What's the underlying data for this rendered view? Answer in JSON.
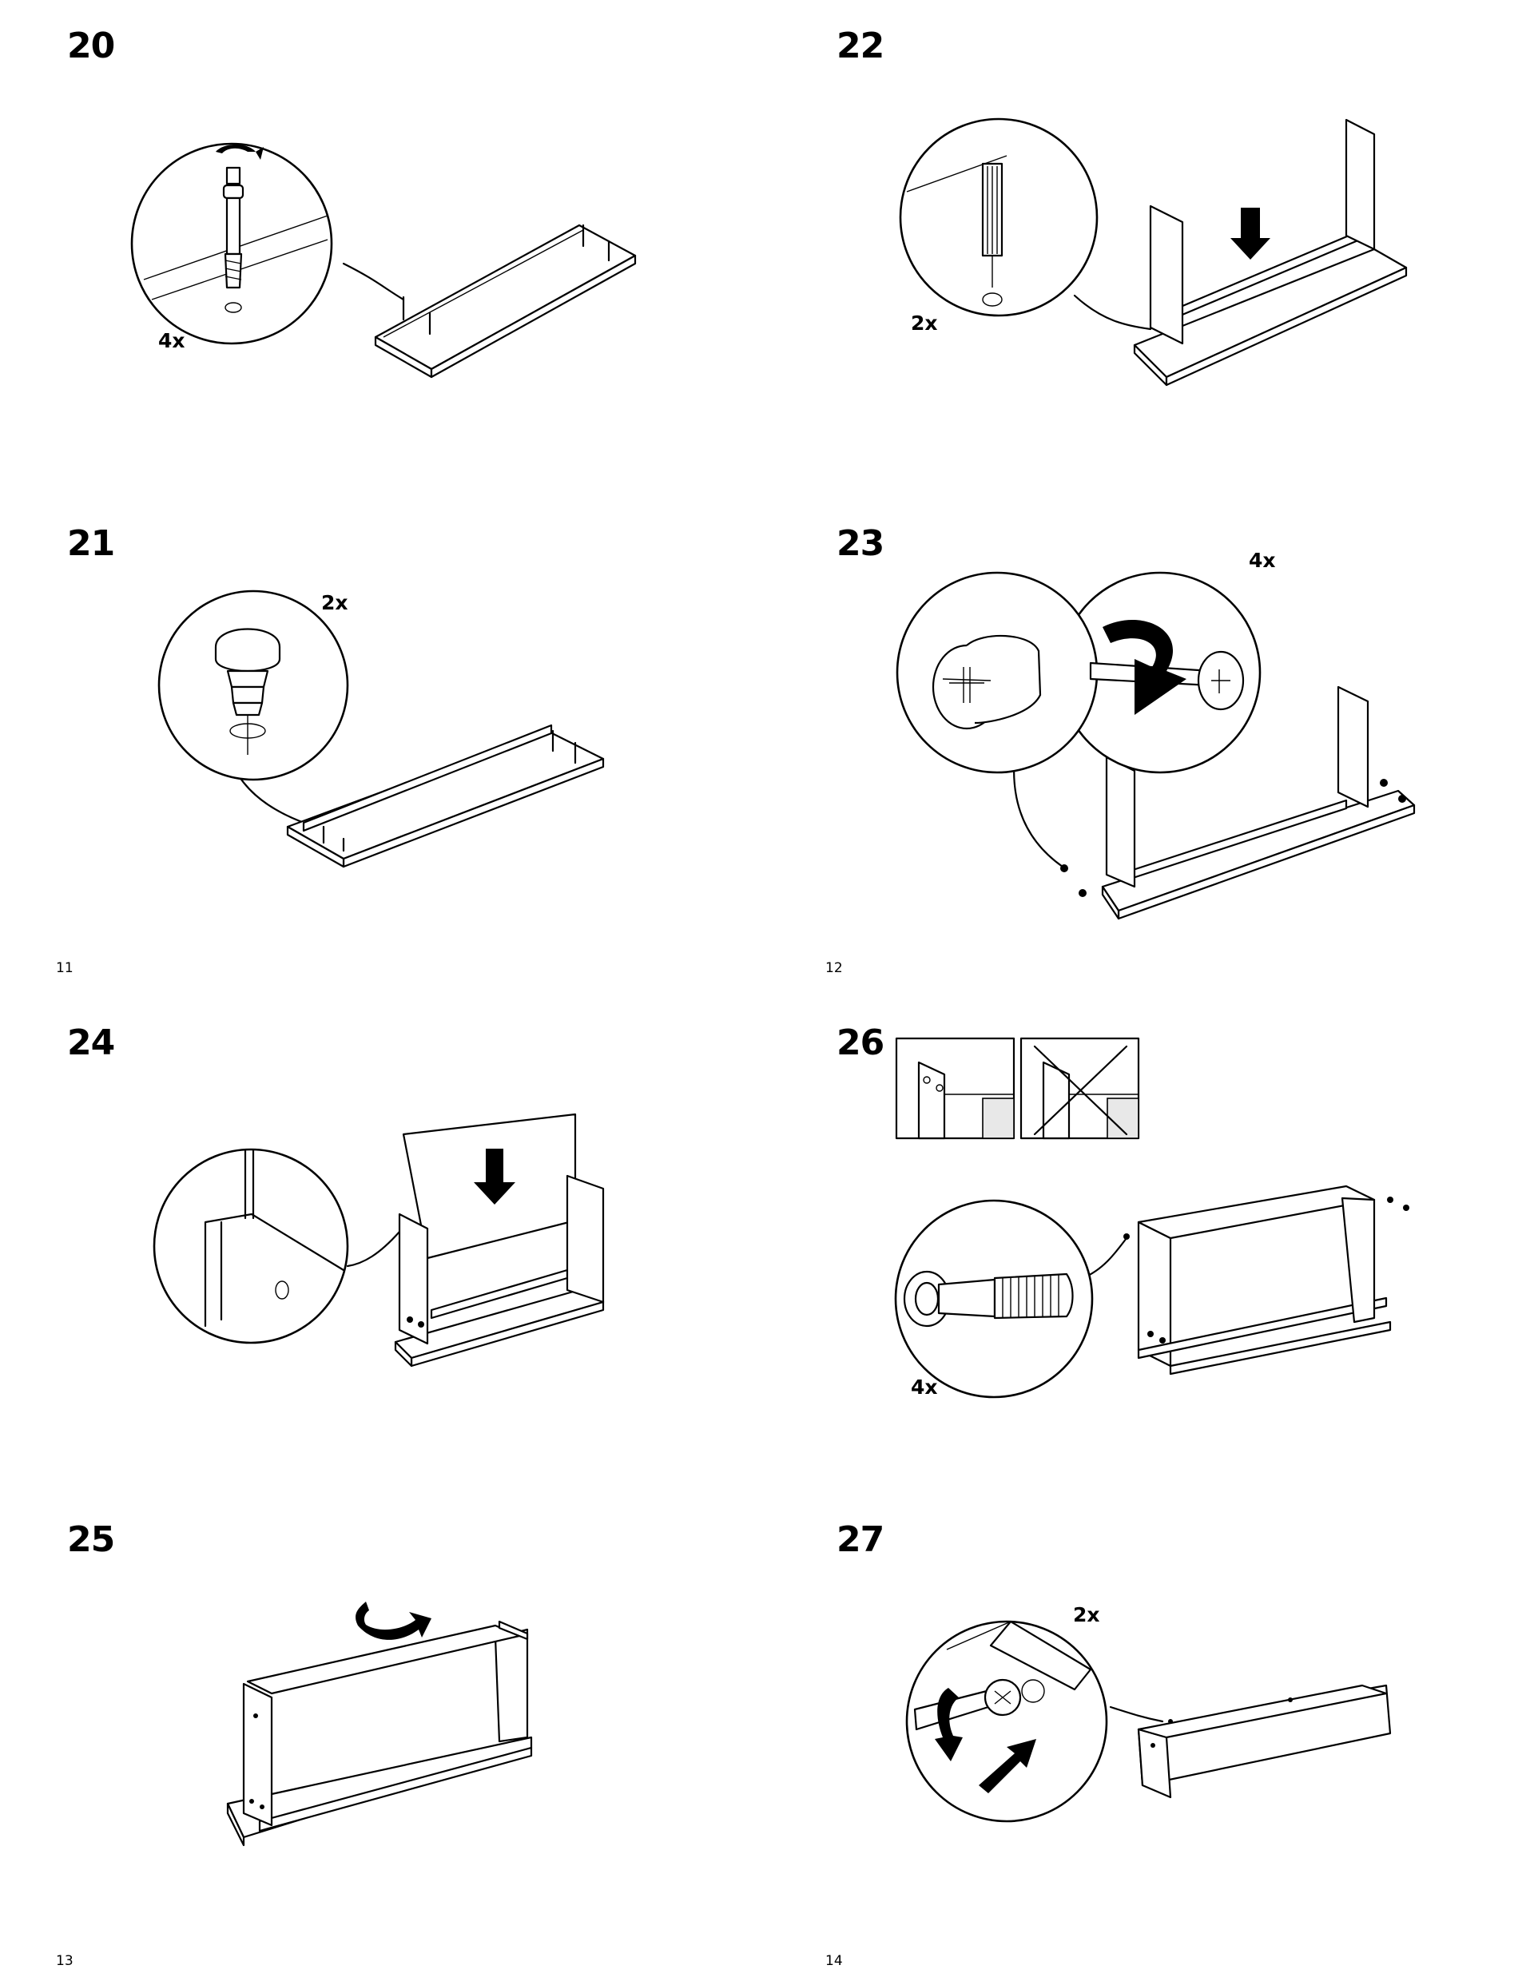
{
  "page": {
    "background": "#ffffff",
    "ink": "#000000"
  },
  "steps": [
    {
      "number": "20",
      "quantity": "4x",
      "icon": "cam-lock-bolt-icon"
    },
    {
      "number": "21",
      "quantity": "2x",
      "icon": "plastic-plug-icon"
    },
    {
      "number": "22",
      "quantity": "2x",
      "icon": "wooden-dowel-icon"
    },
    {
      "number": "23",
      "quantity": "4x",
      "icon": "cam-lock-turn-icon"
    },
    {
      "number": "24",
      "quantity": "",
      "icon": "back-panel-slot-icon"
    },
    {
      "number": "25",
      "quantity": "",
      "icon": "rotate-top-panel-icon"
    },
    {
      "number": "26",
      "quantity": "4x",
      "icon": "cam-bolt-icon"
    },
    {
      "number": "27",
      "quantity": "2x",
      "icon": "screwdriver-screw-icon"
    }
  ],
  "page_numbers": [
    "11",
    "12",
    "13",
    "14"
  ]
}
